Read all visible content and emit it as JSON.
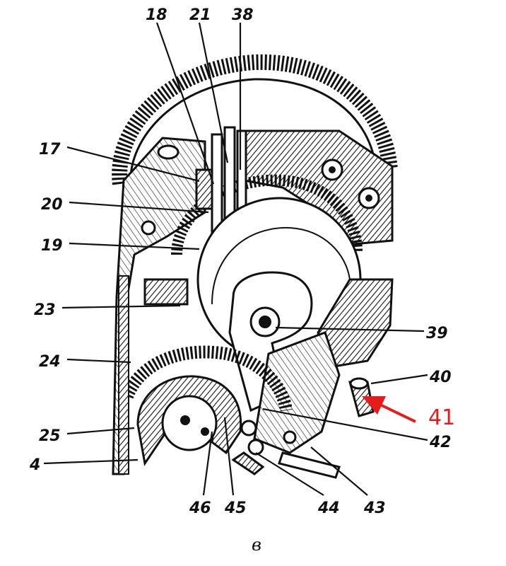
{
  "figure": {
    "labels": {
      "l18": "18",
      "l21": "21",
      "l38": "38",
      "l17": "17",
      "l20": "20",
      "l19": "19",
      "l23": "23",
      "l24": "24",
      "l25": "25",
      "l4": "4",
      "l39": "39",
      "l40": "40",
      "l42": "42",
      "l46": "46",
      "l45": "45",
      "l44": "44",
      "l43": "43"
    },
    "annotation": {
      "label": "41",
      "color": "#e41c1c"
    },
    "caption": "в"
  }
}
